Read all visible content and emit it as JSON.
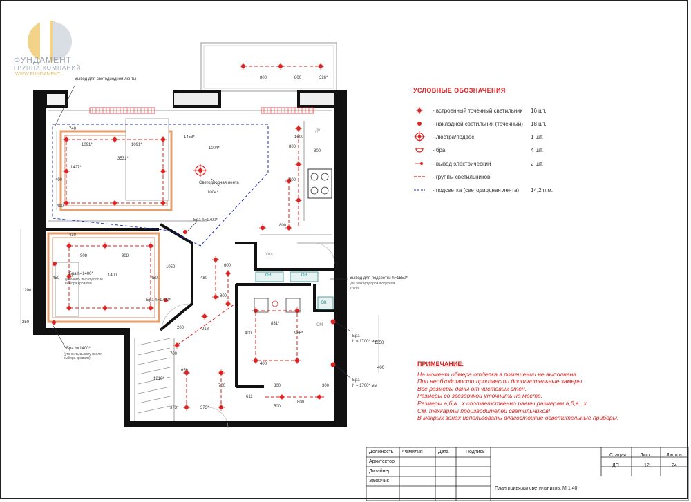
{
  "logo": {
    "name": "ФУНДАМЕНТ",
    "sub": "ГРУППА КОМПАНИЙ",
    "url": "WWW.FUNDAMENT..."
  },
  "colors": {
    "accent": "#dd2222",
    "led": "#1a2fbf",
    "wall": "#111111",
    "beam": "#e6a070"
  },
  "legend": {
    "title": "УСЛОВНЫЕ ОБОЗНАЧЕНИЯ",
    "items": [
      {
        "icon": "recessed-spotlight-icon",
        "text": "- встроенный точечный светильник",
        "qty": "16 шт."
      },
      {
        "icon": "surface-spotlight-icon",
        "text": "- накладной светильник (точечный)",
        "qty": "18 шт."
      },
      {
        "icon": "chandelier-icon",
        "text": "- люстра/подвес",
        "qty": "1 шт."
      },
      {
        "icon": "sconce-icon",
        "text": "- бра",
        "qty": "4 шт."
      },
      {
        "icon": "electric-outlet-icon",
        "text": "- вывод электрический",
        "qty": "2 шт."
      },
      {
        "icon": "light-group-icon",
        "text": "- группы светильников",
        "qty": ""
      },
      {
        "icon": "led-strip-icon",
        "text": "- подсветка (светодиодная лента)",
        "qty": "14,2 п.м."
      }
    ]
  },
  "notes": {
    "title": "ПРИМЕЧАНИЕ:",
    "lines": [
      "На момент обмера отделка в помещении не выполнена.",
      "При необходимости произвести дополнительные замеры.",
      "Все размеры даны от чистовых стен.",
      "Размеры со звездочкой уточнить на месте.",
      "Размеры а,б,в...х соответственно равны размерам а,б,в...х.",
      "См. техкарты производителей светильников!",
      "В мокрых зонах использовать влагостойкие осветительные приборы."
    ]
  },
  "plan_labels": {
    "led_outlet": "Вывод для светодиодной ленты",
    "led_strip": "Светодиодная лента",
    "sconce_1700_a": "Бра h=1700*",
    "sconce_1700_b": "Бра h=1700*",
    "sconce_1400_a": "Бра h=1400*",
    "sconce_1400_a_note": "(уточнить высоту после выбора кровати)",
    "sconce_1400_b": "Бра h=1400*",
    "sconce_1400_b_note": "(уточнить высоту после выбора кровати)",
    "kitchen_outlet": "Вывод для подсветки h=1550*",
    "kitchen_outlet_note": "(см.техкарту производителя кухни)",
    "bath_sconce_a": "Бра",
    "bath_sconce_a_h": "h = 1700* мм",
    "bath_sconce_b": "Бра",
    "bath_sconce_b_h": "h = 1700* мм",
    "ov1": "ОВ",
    "ov2": "ОВ",
    "vk": "ВК",
    "hol": "Хол.",
    "dsh": "Дш",
    "sm": "СМ",
    "d1": "1091*",
    "d2": "1091*",
    "d3": "3531*",
    "d4": "1427*",
    "d5": "490",
    "d6": "740",
    "d7": "1453*",
    "d8": "1004*",
    "d9": "1004*",
    "d10": "800",
    "d11": "1600",
    "d12": "800",
    "d13": "800",
    "d14": "800",
    "d15": "800",
    "d16": "800",
    "d17": "326*",
    "d18": "908",
    "d19": "908",
    "d20": "1400",
    "d21": "450",
    "d22": "450",
    "d23": "1050",
    "d24": "480",
    "d25": "800",
    "d26": "918",
    "d27": "200",
    "d28": "700",
    "d29": "700",
    "d30": "1210*",
    "d31": "373*",
    "d32": "373*",
    "d33": "831*",
    "d34": "400",
    "d35": "400",
    "d36": "966*",
    "d37": "300",
    "d38": "300",
    "d39": "800",
    "d40": "500",
    "d41": "611",
    "d42": "1200",
    "d43": "250",
    "d44": "1050",
    "d45": "400",
    "d46": "490",
    "d47": "430",
    "d48": "600",
    "d49": "650"
  },
  "stamp": {
    "col_position": "Должность",
    "col_name": "Фамилия",
    "col_sign": "Подпись",
    "col_date": "Дата",
    "row_architect": "Архитектор",
    "row_designer": "Дизайнер",
    "row_client": "Заказчик",
    "stage_label": "Стадия",
    "sheet_label": "Лист",
    "sheets_label": "Листов",
    "stage": "ДП",
    "sheet": "12",
    "sheets": "24",
    "title": "План привязки светильников. М 1:40"
  }
}
